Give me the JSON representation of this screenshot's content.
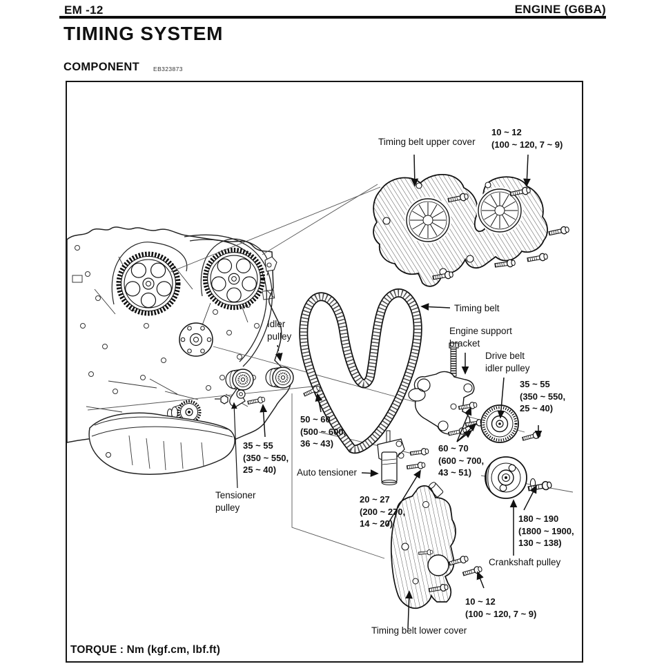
{
  "header": {
    "page_code": "EM -12",
    "engine": "ENGINE (G6BA)"
  },
  "title": "TIMING SYSTEM",
  "section": {
    "label": "COMPONENT",
    "code": "EB323873"
  },
  "torque_note": "TORQUE : Nm (kgf.cm, lbf.ft)",
  "diagram": {
    "labels": {
      "upper_cover": "Timing belt upper cover",
      "upper_cover_torque": "10 ~ 12\n(100 ~ 120, 7 ~ 9)",
      "timing_belt": "Timing belt",
      "idler_pulley": "Idler\npulley",
      "engine_support_bracket": "Engine support\nbracket",
      "drive_belt_idler_pulley": "Drive belt\nidler pulley",
      "drive_belt_idler_torque": "35 ~ 55\n(350 ~ 550,\n25 ~ 40)",
      "idler_bolt_torque": "50 ~ 60\n(500 ~ 600,\n36 ~ 43)",
      "tensioner_bolt_torque": "35 ~ 55\n(350 ~ 550,\n25 ~ 40)",
      "bracket_bolt_torque": "60 ~ 70\n(600 ~ 700,\n43 ~ 51)",
      "auto_tensioner": "Auto tensioner",
      "auto_tensioner_torque": "20 ~ 27\n(200 ~ 270,\n14 ~ 20)",
      "tensioner_pulley": "Tensioner\npulley",
      "crank_bolt_torque": "180 ~ 190\n(1800 ~ 1900,\n130 ~ 138)",
      "crankshaft_pulley": "Crankshaft pulley",
      "lower_cover_torque": "10 ~ 12\n(100 ~ 120, 7 ~ 9)",
      "lower_cover": "Timing belt lower cover"
    }
  }
}
